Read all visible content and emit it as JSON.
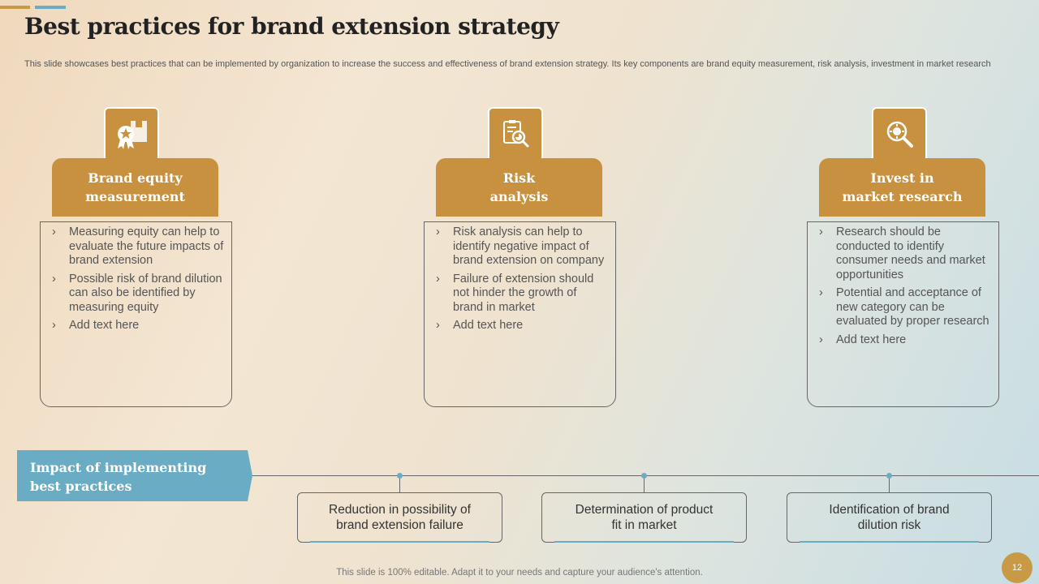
{
  "title": "Best practices for brand extension strategy",
  "subtitle": "This slide showcases best practices that can be implemented by organization to increase the success and effectiveness of brand extension strategy. Its key components are brand equity measurement, risk analysis, investment in market research",
  "colors": {
    "gold": "#c7913f",
    "blue": "#6aacc4",
    "text": "#555555"
  },
  "practices": [
    {
      "icon": "award-box-icon",
      "heading": "Brand equity\nmeasurement",
      "points": [
        "Measuring equity can help to evaluate the future impacts of brand extension",
        "Possible risk of brand dilution can also be identified by measuring equity",
        "Add text here"
      ]
    },
    {
      "icon": "report-magnifier-icon",
      "heading": "Risk\nanalysis",
      "points": [
        "Risk analysis can help to identify negative impact of brand extension on company",
        "Failure of extension should not hinder the growth of brand in market",
        "Add text here"
      ]
    },
    {
      "icon": "research-magnifier-icon",
      "heading": "Invest in\nmarket research",
      "points": [
        "Research should be conducted to identify consumer needs and market opportunities",
        "Potential and acceptance of new category can be evaluated by proper research",
        "Add text here"
      ]
    }
  ],
  "impact": {
    "label": "Impact of implementing\nbest practices",
    "items": [
      "Reduction in possibility of\nbrand extension failure",
      "Determination of product\nfit in market",
      "Identification of brand\ndilution risk"
    ]
  },
  "footer": "This slide is 100% editable. Adapt it to your needs and capture your audience's attention.",
  "page_number": "12"
}
